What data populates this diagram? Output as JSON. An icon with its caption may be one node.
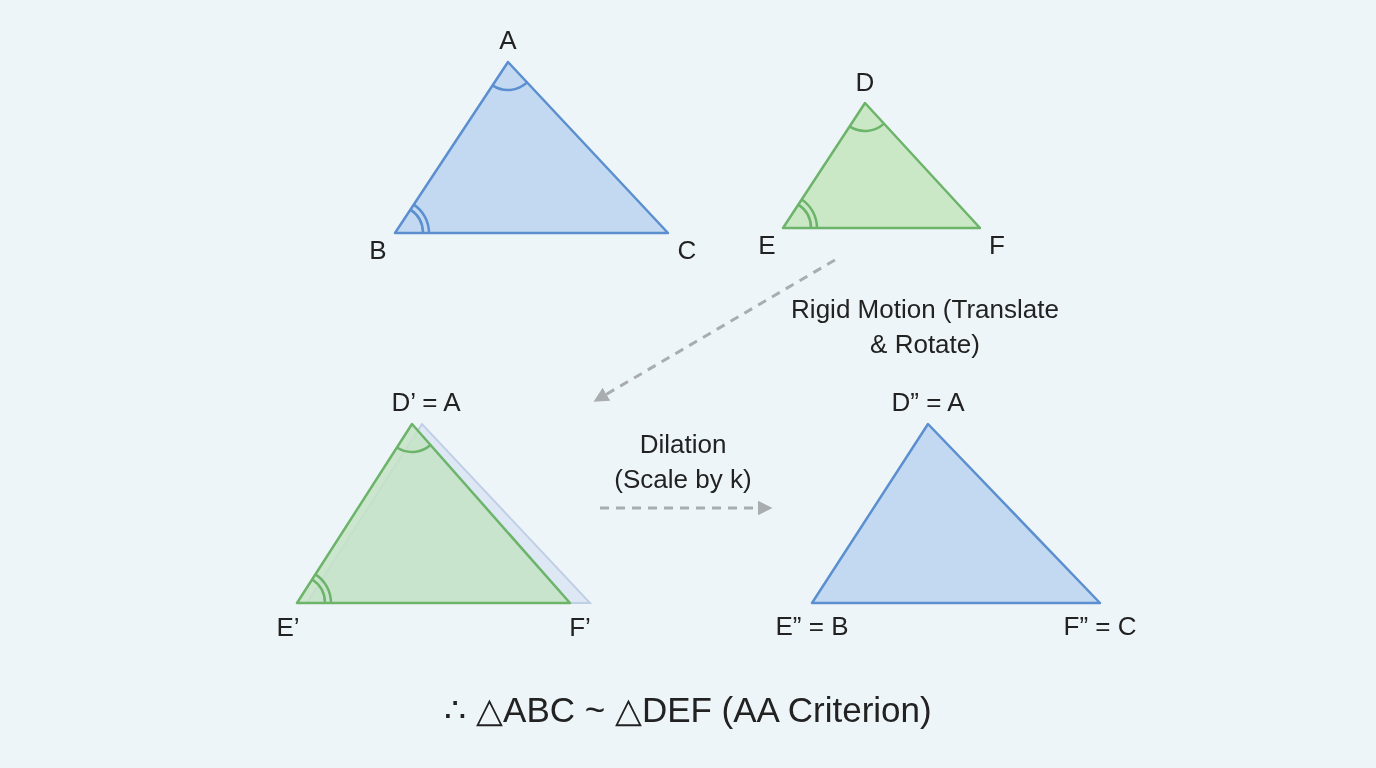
{
  "diagram": {
    "caption": "∴ △ABC ~ △DEF (AA Criterion)",
    "nodes": [
      {
        "text": [
          "A",
          "B",
          "C"
        ]
      },
      {
        "text": [
          "D",
          "E",
          "F"
        ]
      },
      {
        "text": [
          "D’ = A",
          "E’",
          "F’"
        ]
      },
      {
        "text": [
          "D” = A",
          "E” = B",
          "F” = C"
        ]
      }
    ],
    "edges": [
      {
        "from": 1,
        "to": 2,
        "arrow": "to",
        "label": "Rigid Motion (Translate & Rotate)",
        "style": "dashed"
      },
      {
        "from": 2,
        "to": 3,
        "arrow": "to",
        "label": "Dilation (Scale by k)",
        "style": "dashed"
      }
    ]
  }
}
